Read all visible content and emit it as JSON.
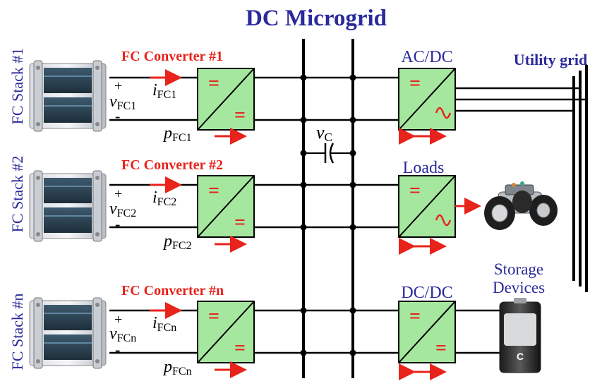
{
  "title": "DC Microgrid",
  "colors": {
    "title": "#2a2a9c",
    "label_blue": "#2a2a9c",
    "converter_label": "#e8231b",
    "arrow": "#e8231b",
    "converter_fill": "#a6e7a0",
    "converter_stroke": "#000000"
  },
  "stacks": [
    {
      "label": "FC Stack #1",
      "converter": "FC Converter #1",
      "v_sub": "FC1",
      "i_sub": "FC1",
      "p_sub": "FC1"
    },
    {
      "label": "FC Stack #2",
      "converter": "FC Converter #2",
      "v_sub": "FC2",
      "i_sub": "FC2",
      "p_sub": "FC2"
    },
    {
      "label": "FC Stack #n",
      "converter": "FC Converter #n",
      "v_sub": "FCn",
      "i_sub": "FCn",
      "p_sub": "FCn"
    }
  ],
  "symbols": {
    "v": "v",
    "i": "i",
    "p": "p",
    "plus": "+",
    "minus": "-"
  },
  "capacitor": {
    "symbol": "v",
    "sub": "C"
  },
  "right_side": {
    "acdc": "AC/DC",
    "loads": "Loads",
    "dcdc": "DC/DC",
    "utility_grid": "Utility grid",
    "storage_line1": "Storage",
    "storage_line2": "Devices"
  },
  "converter_glyphs": {
    "dc": "=",
    "ac": "~"
  },
  "battery": {
    "letter": "C"
  },
  "icons": [
    "fuel-cell-stack-icon",
    "robot-vehicle-icon",
    "battery-icon"
  ]
}
